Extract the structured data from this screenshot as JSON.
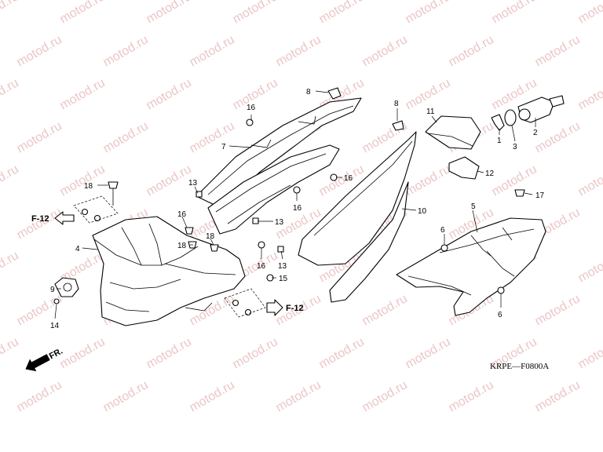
{
  "watermark": {
    "text": "motod.ru"
  },
  "diagram_code": "KRPE—F0800A",
  "direction": {
    "label": "FR."
  },
  "references": [
    "F-12",
    "F-12"
  ],
  "callouts": [
    "1",
    "2",
    "3",
    "4",
    "5",
    "6",
    "6",
    "7",
    "8",
    "8",
    "9",
    "10",
    "11",
    "12",
    "13",
    "13",
    "13",
    "14",
    "15",
    "16",
    "16",
    "16",
    "16",
    "16",
    "17",
    "18",
    "18",
    "18"
  ]
}
